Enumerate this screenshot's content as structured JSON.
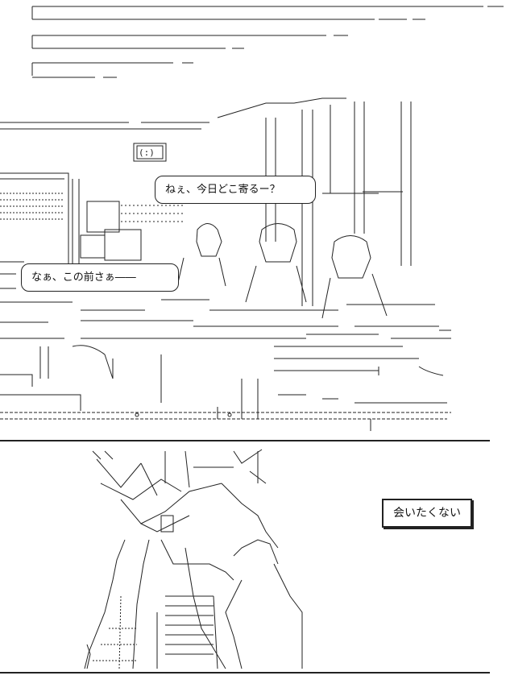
{
  "speech": {
    "top_right": "ねぇ、今日どこ寄るー？",
    "left": "なぁ、この前さぁ――"
  },
  "caption": {
    "text": "会いたくない"
  },
  "decor": {
    "clock_label": "(:)"
  }
}
